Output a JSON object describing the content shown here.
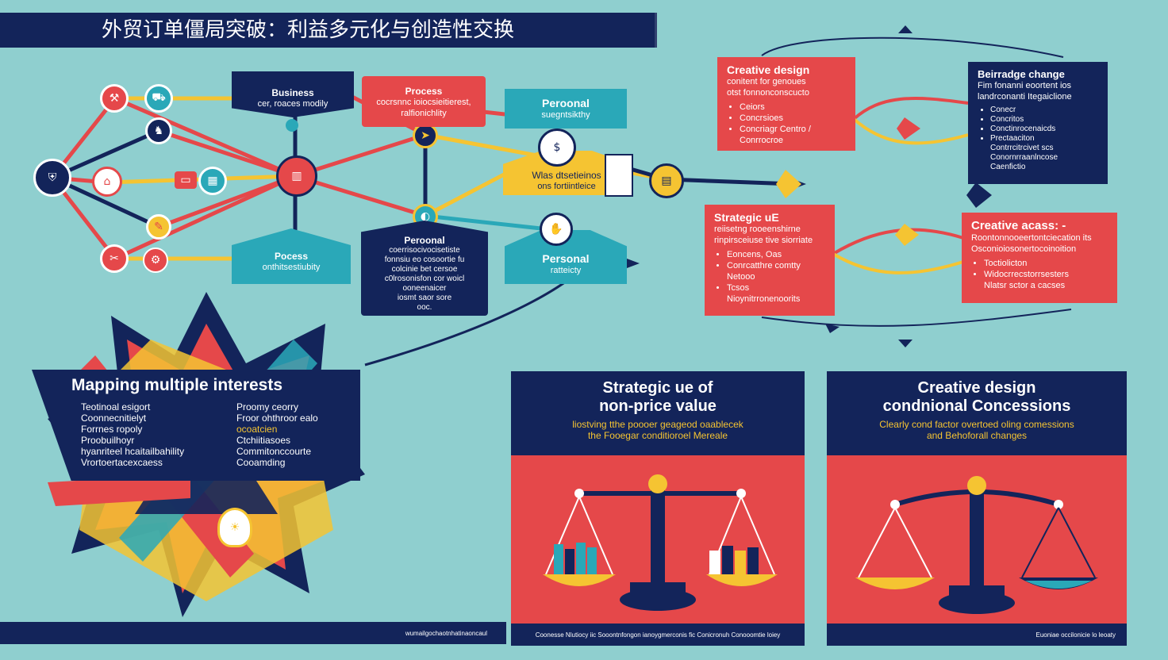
{
  "title": "外贸订单僵局突破：利益多元化与创造性交换",
  "nodes": {
    "business": {
      "title": "Business",
      "sub": "cer, roaces modily"
    },
    "process_top": {
      "title": "Process",
      "sub1": "cocrsnnc ioiocsieitierest,",
      "sub2": "ralfionichlity"
    },
    "personal_top": {
      "title": "Peroonal",
      "sub": "suegntsikthy"
    },
    "yellow_center": {
      "line1": "Wlas dtsetieinos",
      "line2": "ons fortiintleice"
    },
    "process_bottom": {
      "title": "Pocess",
      "sub": "onthitsestiubity"
    },
    "personal_navy": {
      "title": "Peroonal",
      "lines": [
        "coerrisocivocisetiste",
        "fonnsiu eo cosoortie fu",
        "colcinie bet cersoe",
        "c0lrosonisfon cor woicl",
        "ooneenaicer",
        "iosmt saor sore",
        "ooc."
      ]
    },
    "personal_bottom": {
      "title": "Personal",
      "sub": "ratteicty"
    }
  },
  "right_boxes": {
    "creative_design": {
      "title": "Creative design",
      "sub1": "conitent for genoues",
      "sub2": "otst fonnonconscucto",
      "items": [
        "Ceiors",
        "Concrsioes",
        "Concriagr Centro /",
        "Conrrocroe"
      ]
    },
    "behavioral_change": {
      "title": "Beirradge change",
      "sub1": "Fim fonanni eoortent ios",
      "sub2": "landrconanti Itegaiclione",
      "items": [
        "Conecr",
        "Concritos",
        "Conctinrocenaicds",
        "Prectaaciton",
        "Contrrcitrcivet scs",
        "Conornrraanlncose",
        "Caenfictio"
      ]
    },
    "strategic_use": {
      "title": "Strategic uE",
      "sub1": "reiisetng rooeenshirne",
      "sub2": "rinpirsceiuse tive siorriate",
      "items": [
        "Eoncens, Oas",
        "Conrcatthre comtty",
        "Netooo",
        "Tcsos",
        "Nioynitrronenoorits"
      ]
    },
    "creative_access": {
      "title": "Creative acass: -",
      "sub1": "Roontonnooeertontciecation its",
      "sub2": "Osconioiosonertocoinoition",
      "items": [
        "Toctiolicton",
        "Widocrrecstorrsesters",
        "Nlatsr sctor a cacses"
      ]
    }
  },
  "mapping": {
    "title": "Mapping multiple interests",
    "left_items": [
      "Teotinoal esigort",
      "Coonnecnitielyt",
      "Forrnes ropoly",
      "Proobuilhoyr",
      "hyanriteel hcaitailbahility",
      "Vrortoertacexcaess"
    ],
    "right_items": [
      "Proomy ceorry",
      "Froor ohthroor ealo",
      "ocoatcien",
      "Ctchiitiasoes",
      "Commitonccourte",
      "Cooamding"
    ]
  },
  "panel_strategic": {
    "title1": "Strategic ue of",
    "title2": "non-price value",
    "sub1": "liostving tthe poooer geageod oaablecek",
    "sub2": "the Fooegar conditioroel Mereale",
    "footer": "Coonesse Nlutiocy iic Sooontnfongon ianoygmerconis fic Conicronuh Conooomtie loiey"
  },
  "panel_creative": {
    "title1": "Creative design",
    "title2": "condnional Concessions",
    "sub1": "Clearly cond factor overtoed oling comessions",
    "sub2": "and Behoforall changes",
    "footer": "Euoniae occilonicie lo leoaty"
  },
  "footer_left": "wumailgochaotnhatinaoncaul",
  "colors": {
    "navy": "#13245a",
    "red": "#e5484a",
    "teal": "#2aa8b8",
    "yellow": "#f5c432",
    "bg": "#8fcfcf"
  },
  "icons": [
    "shield-icon",
    "tools-icon",
    "wrench-icon",
    "truck-icon",
    "calculator-icon",
    "factory-icon",
    "document-icon",
    "scale-icon",
    "person-icon",
    "building-icon"
  ]
}
